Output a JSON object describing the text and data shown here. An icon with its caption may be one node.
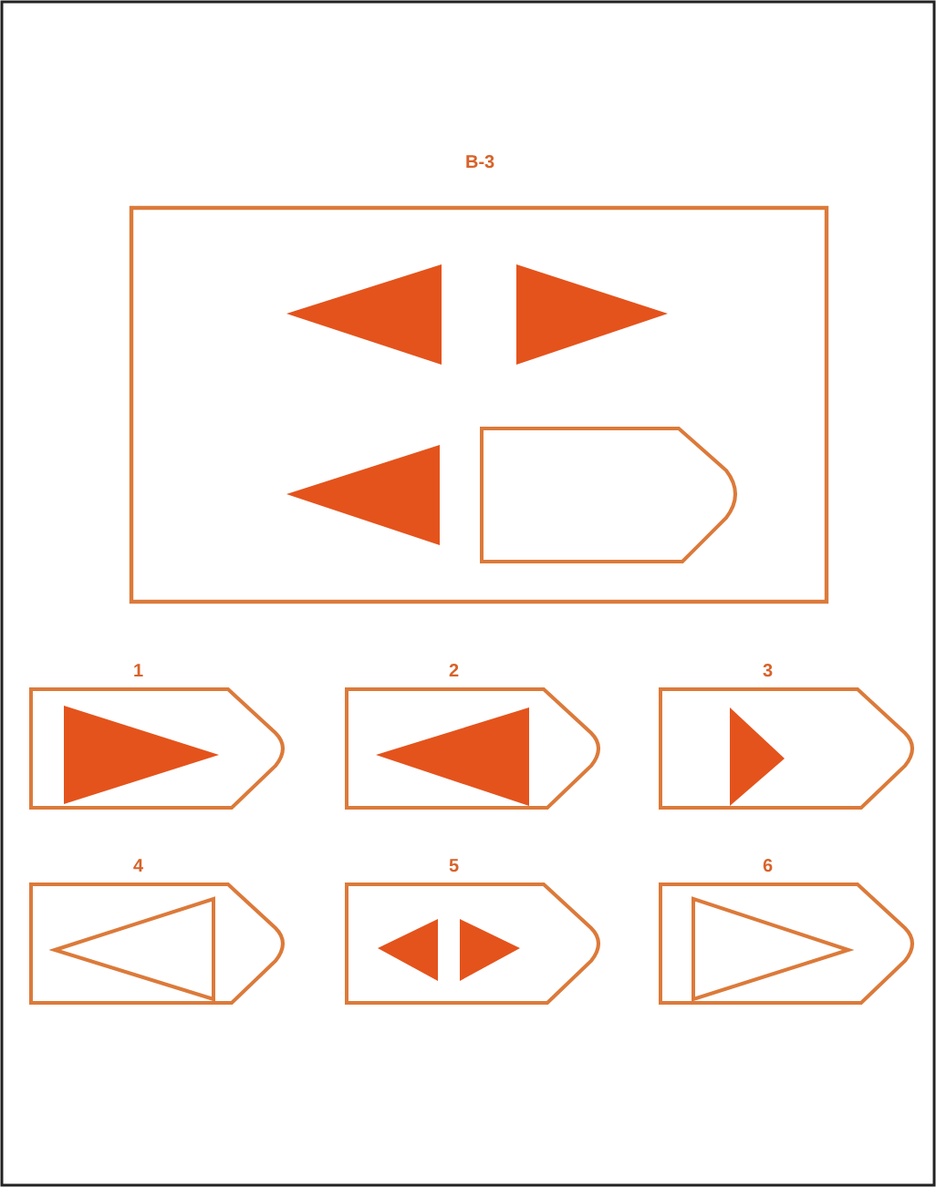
{
  "diagram": {
    "title": "B-3",
    "labels": [
      "1",
      "2",
      "3",
      "4",
      "5",
      "6"
    ]
  }
}
